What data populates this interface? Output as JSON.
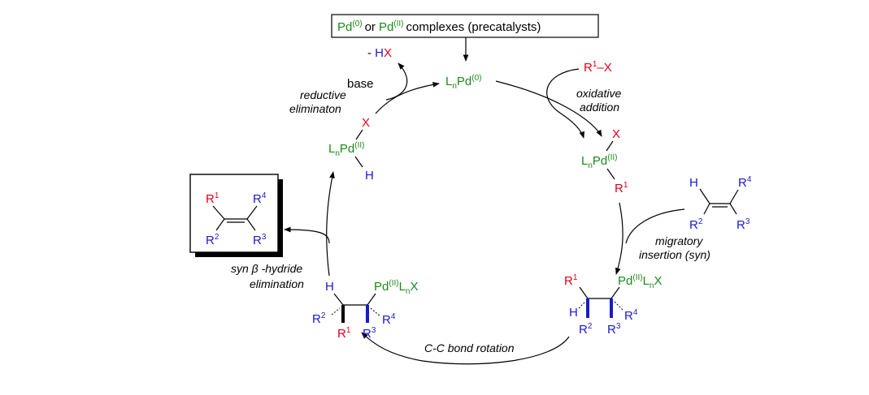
{
  "colors": {
    "palladium": "#1b8a1b",
    "halide_and_r1": "#e0001a",
    "substituents": "#1a1acc",
    "text": "#000000"
  },
  "precatalyst": {
    "pd": "Pd",
    "ox0": "(0)",
    "or": "or",
    "ox2": "(II)",
    "rest": "complexes (precatalysts)"
  },
  "hx": {
    "prefix": "- ",
    "h": "H",
    "x": "X"
  },
  "base": "base",
  "pd0": {
    "l": "L",
    "n": "n",
    "pd": "Pd",
    "ox": "(0)"
  },
  "reagent": {
    "r": "R",
    "sup": "1",
    "dash": "–",
    "x": "X"
  },
  "oxidative_addition": {
    "line1": "oxidative",
    "line2": "addition"
  },
  "reductive_elimination": {
    "line1": "reductive",
    "line2": "eliminaton"
  },
  "pd_h_x": {
    "x": "X",
    "l": "L",
    "n": "n",
    "pd": "Pd",
    "ox": "(II)",
    "h": "H"
  },
  "pd_r_x": {
    "x": "X",
    "l": "L",
    "n": "n",
    "pd": "Pd",
    "ox": "(II)",
    "r": "R",
    "rsup": "1"
  },
  "alkene_reagent": {
    "h": "H",
    "r2": "R",
    "r2sup": "2",
    "r3": "R",
    "r3sup": "3",
    "r4": "R",
    "r4sup": "4"
  },
  "migratory_insertion": {
    "line1": "migratory",
    "line2": "insertion (syn)"
  },
  "insertion_product": {
    "r1": "R",
    "r1sup": "1",
    "pd": "Pd",
    "ox": "(II)",
    "l": "L",
    "n": "n",
    "x": "X",
    "h": "H",
    "r2": "R",
    "r2sup": "2",
    "r3": "R",
    "r3sup": "3",
    "r4": "R",
    "r4sup": "4"
  },
  "bond_rotation": "C-C bond rotation",
  "rotamer": {
    "h": "H",
    "pd": "Pd",
    "ox": "(II)",
    "l": "L",
    "n": "n",
    "x": "X",
    "r2": "R",
    "r2sup": "2",
    "r1": "R",
    "r1sup": "1",
    "r3": "R",
    "r3sup": "3",
    "r4": "R",
    "r4sup": "4"
  },
  "beta_elimination": {
    "line1": "syn β -hydride",
    "line2": "elimination"
  },
  "product": {
    "r1": "R",
    "r1sup": "1",
    "r2": "R",
    "r2sup": "2",
    "r3": "R",
    "r3sup": "3",
    "r4": "R",
    "r4sup": "4"
  }
}
